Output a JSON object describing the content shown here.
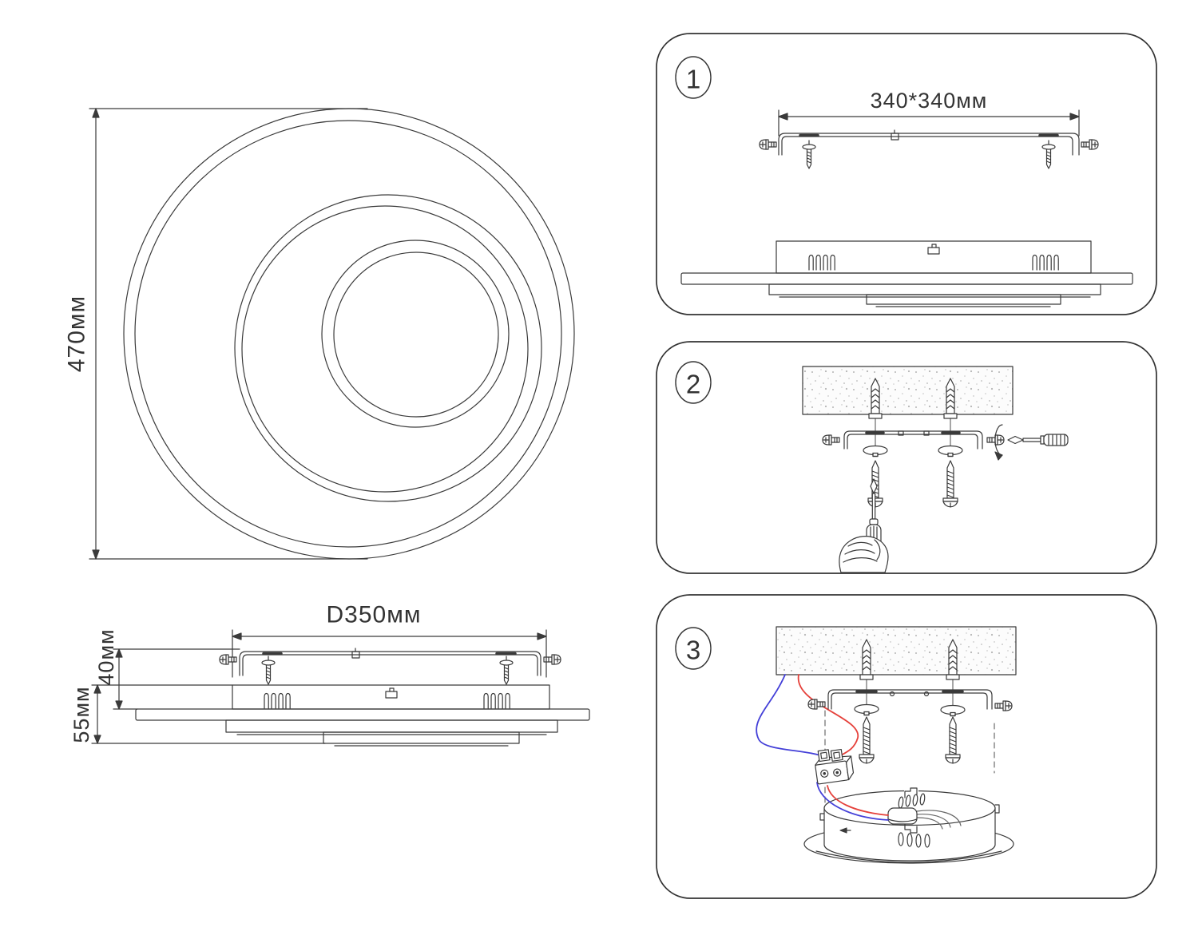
{
  "dimensions": {
    "top_view_height": "470мм",
    "side_view_diameter": "D350мм",
    "bracket_height": "40мм",
    "body_height": "55мм"
  },
  "steps": [
    {
      "number": "1",
      "mounting_plate_size": "340*340мм"
    },
    {
      "number": "2"
    },
    {
      "number": "3"
    }
  ],
  "colors": {
    "line": "#3a3a3a",
    "text": "#333333",
    "wire_red": "#e5403a",
    "wire_blue": "#4440d8",
    "ceiling_speckle": "#b5b5b5"
  }
}
